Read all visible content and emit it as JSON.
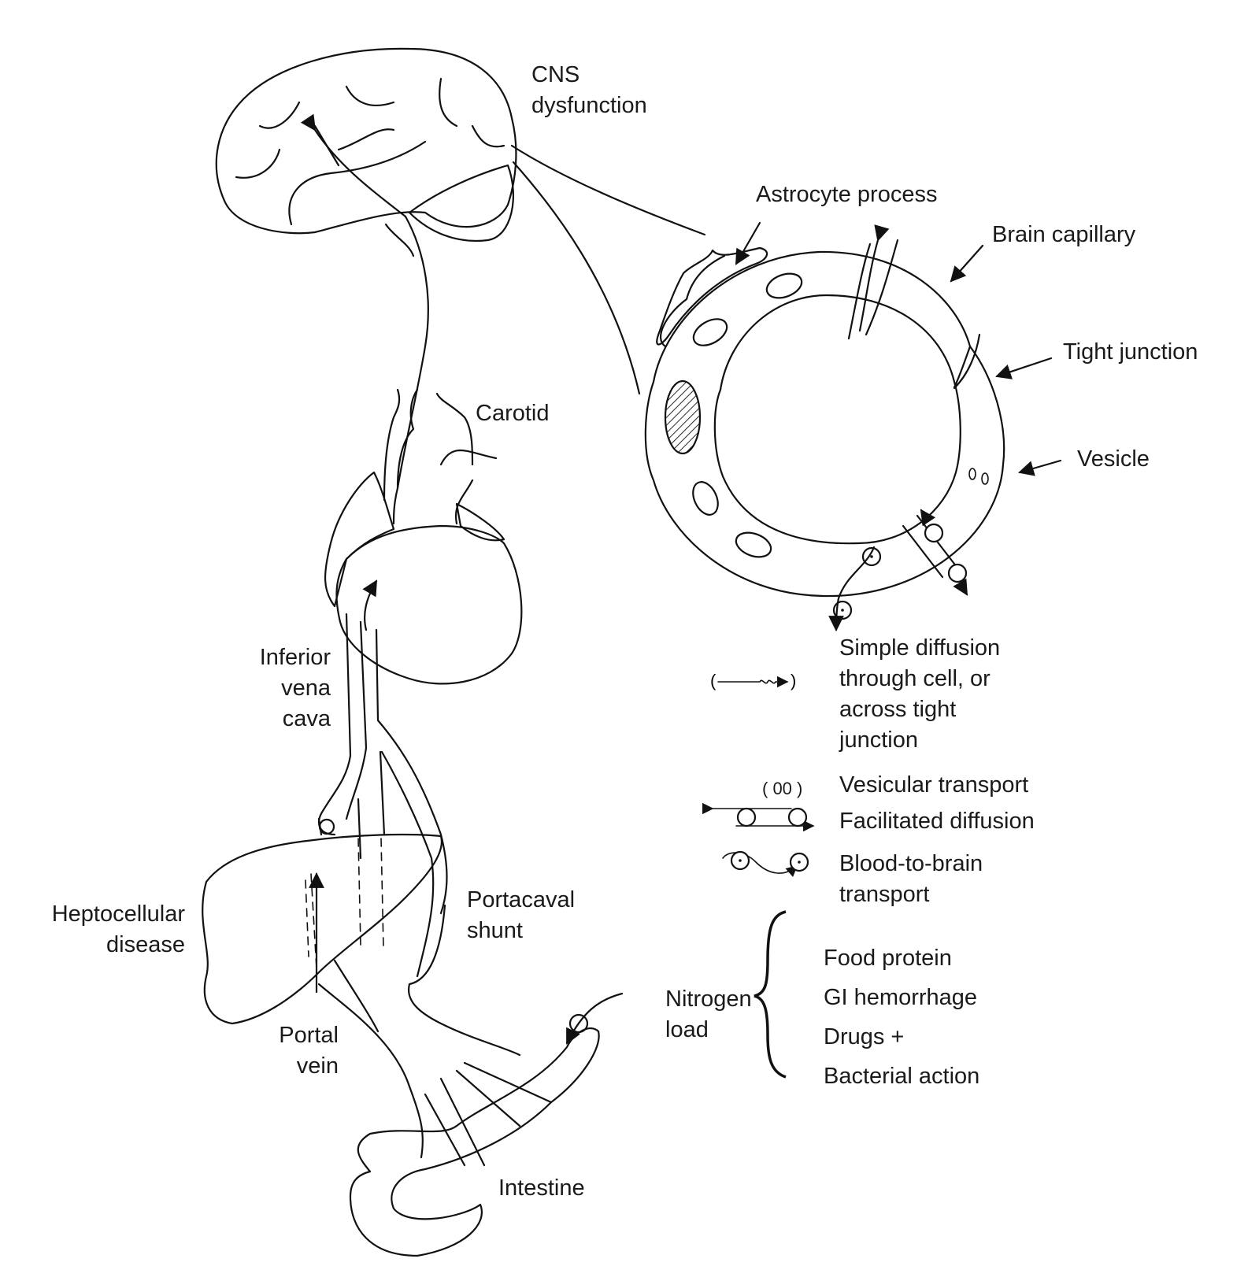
{
  "labels": {
    "cns_dysfunction": [
      "CNS",
      "dysfunction"
    ],
    "astrocyte_process": "Astrocyte process",
    "brain_capillary": "Brain capillary",
    "tight_junction": "Tight junction",
    "vesicle": "Vesicle",
    "carotid": "Carotid",
    "inferior_vena_cava": [
      "Inferior",
      "vena",
      "cava"
    ],
    "heptocellular_disease": [
      "Heptocellular",
      "disease"
    ],
    "portacaval_shunt": [
      "Portacaval",
      "shunt"
    ],
    "portal_vein": [
      "Portal",
      "vein"
    ],
    "nitrogen_load": [
      "Nitrogen",
      "load"
    ],
    "intestine": "Intestine"
  },
  "legend": [
    {
      "icon": "wavy-arrow-icon",
      "symbol": "",
      "label": [
        "Simple diffusion",
        "through cell, or",
        "across tight",
        "junction"
      ]
    },
    {
      "icon": "vesicle-icon",
      "symbol": "( 00 )",
      "label": [
        "Vesicular transport"
      ]
    },
    {
      "icon": "carrier-icon",
      "symbol": "",
      "label": [
        "Facilitated diffusion"
      ]
    },
    {
      "icon": "transporter-icon",
      "symbol": "",
      "label": [
        "Blood-to-brain",
        "transport"
      ]
    }
  ],
  "nitrogen_sources": [
    "Food protein",
    "GI hemorrhage",
    "Drugs +",
    "Bacterial action"
  ]
}
